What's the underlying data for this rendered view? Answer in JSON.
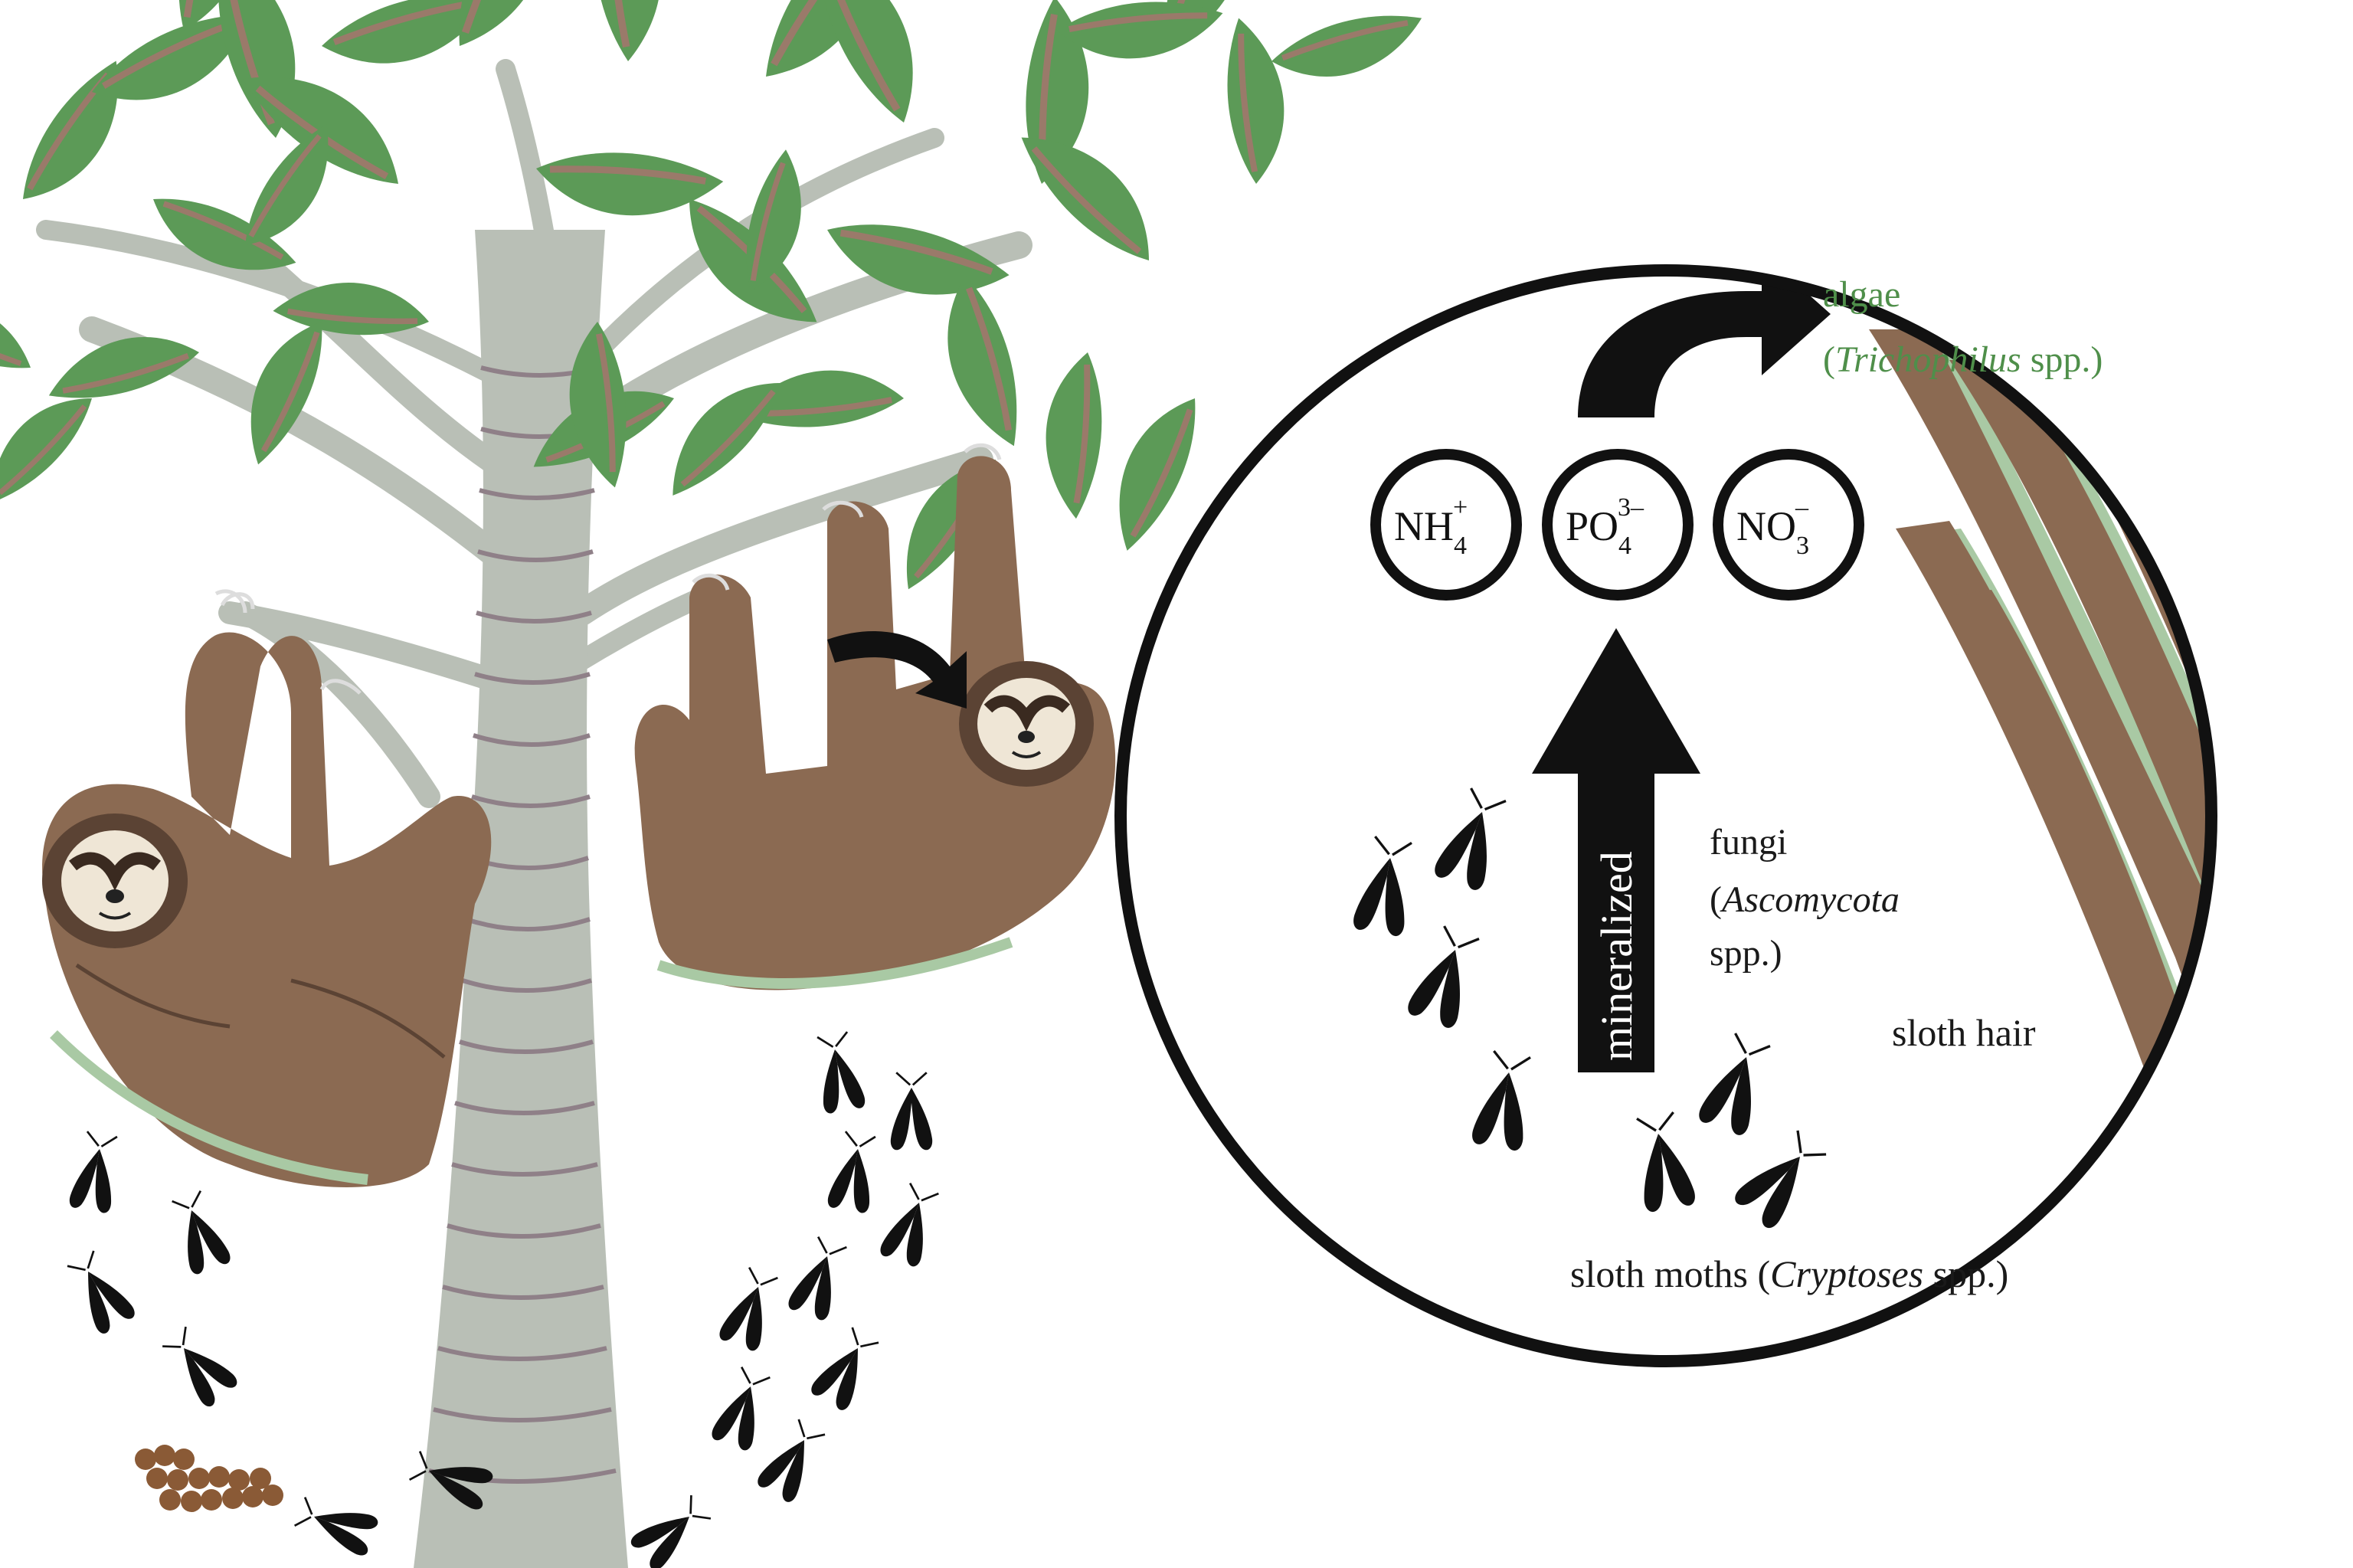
{
  "colors": {
    "leaf": "#5c9a57",
    "leaf_vein": "#9a7a6a",
    "trunk": "#b9bfb6",
    "trunk_ring": "#8f8088",
    "sloth_fur": "#8b6a52",
    "sloth_dark": "#5b4334",
    "algae": "#a9c9a4",
    "hair": "#8b6a52",
    "ink": "#111111",
    "dung": "#8a5a36",
    "algae_label": "#4f8f4a"
  },
  "labels": {
    "algae_line1": "algae",
    "algae_paren_open": "(",
    "algae_genus": "Trichophilus",
    "algae_rest": " spp.)",
    "fungi_line1": "fungi",
    "fungi_paren_open": "(",
    "fungi_genus": "Ascomycota",
    "fungi_line3": "spp.)",
    "sloth_hair": "sloth hair",
    "moths_prefix": "sloth moths (",
    "moths_genus": "Cryptoses",
    "moths_rest": " spp.)",
    "mineralized": "mineralized"
  },
  "ions": [
    {
      "base": "NH",
      "sub": "4",
      "sup": "+"
    },
    {
      "base": "PO",
      "sub": "4",
      "sup": "3–"
    },
    {
      "base": "NO",
      "sub": "3",
      "sup": "–"
    }
  ],
  "icons": [
    "tree-canopy",
    "tree-trunk",
    "sloth",
    "moth",
    "sloth-dung",
    "curved-arrow",
    "up-arrow",
    "magnifier-circle",
    "hair-strand"
  ]
}
